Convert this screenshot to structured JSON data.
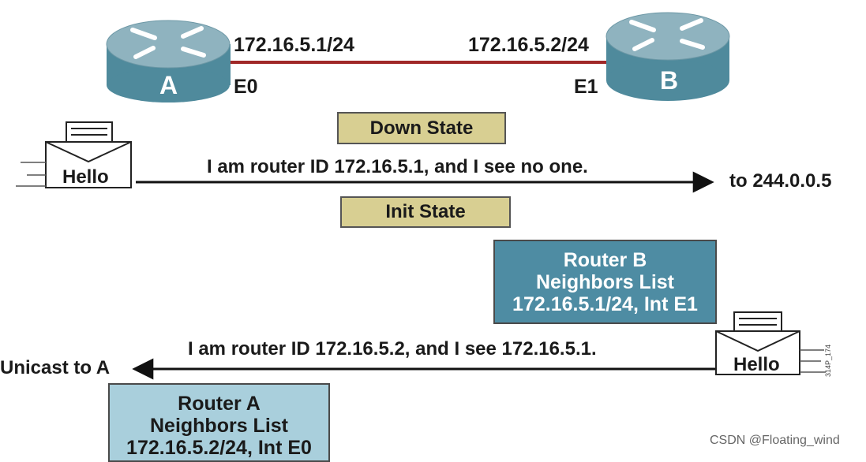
{
  "routers": {
    "a": {
      "name": "A",
      "ip": "172.16.5.1/24",
      "interface": "E0"
    },
    "b": {
      "name": "B",
      "ip": "172.16.5.2/24",
      "interface": "E1"
    }
  },
  "states": {
    "down": "Down State",
    "init": "Init State"
  },
  "hello_1": {
    "envelope": "Hello",
    "message": "I am router ID 172.16.5.1, and I see no one.",
    "destination": "to 244.0.0.5"
  },
  "neighbors_b": {
    "title": "Router B",
    "subtitle": "Neighbors List",
    "entry": "172.16.5.1/24, Int E1"
  },
  "hello_2": {
    "envelope": "Hello",
    "message": "I am router ID 172.16.5.2, and I see 172.16.5.1.",
    "destination": "Unicast to A"
  },
  "neighbors_a": {
    "title": "Router A",
    "subtitle": "Neighbors List",
    "entry": "172.16.5.2/24, Int E0"
  },
  "figure_code": "314P_174",
  "watermark": "CSDN @Floating_wind",
  "colors": {
    "router_top": "#8fb3bf",
    "router_side": "#4f8a9c",
    "link": "#a02828",
    "state_fill": "#d8cf92",
    "neighbors_b_fill": "#4e8ca3",
    "neighbors_a_fill": "#a9cfdc"
  }
}
